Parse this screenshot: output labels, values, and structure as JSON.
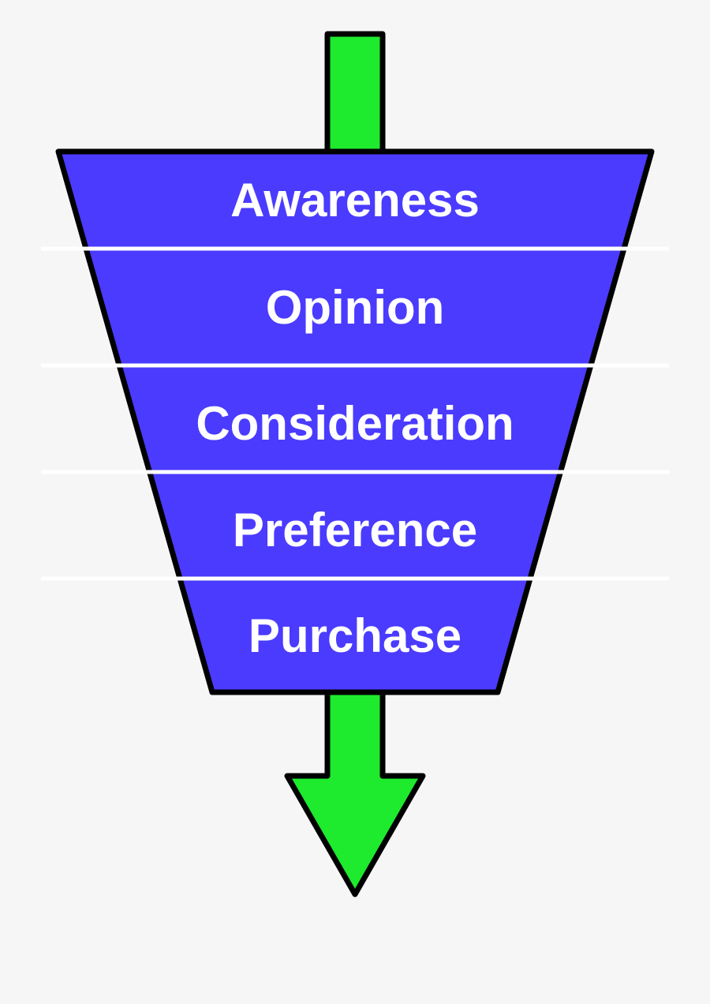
{
  "funnel": {
    "stages": [
      {
        "label": "Awareness"
      },
      {
        "label": "Opinion"
      },
      {
        "label": "Consideration"
      },
      {
        "label": "Preference"
      },
      {
        "label": "Purchase"
      }
    ]
  },
  "colors": {
    "background": "#f6f6f6",
    "funnel_fill": "#4a3bff",
    "arrow_fill": "#1eea2e",
    "outline": "#000000",
    "divider": "#ffffff",
    "label": "#ffffff"
  }
}
